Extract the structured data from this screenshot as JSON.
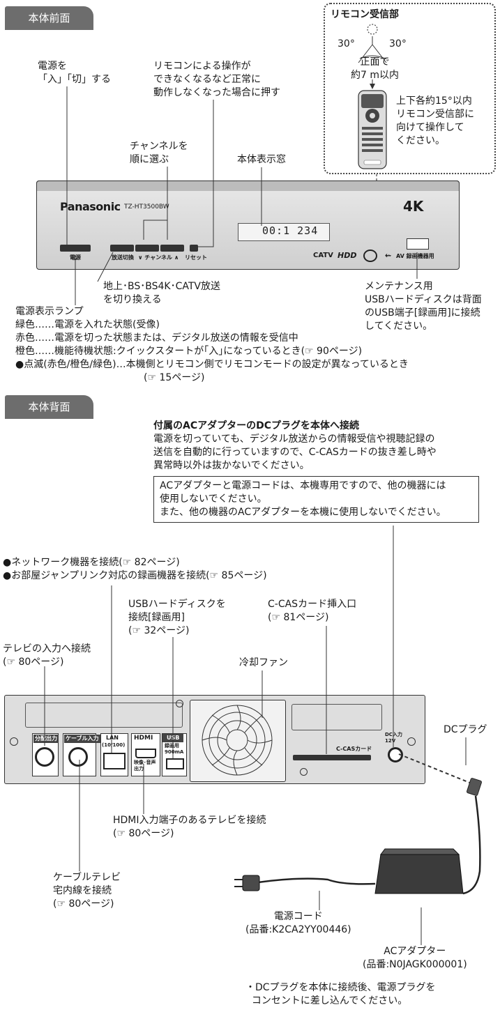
{
  "front": {
    "section_title": "本体前面",
    "power_label": "電源を\n「入」「切」する",
    "reset_label": "リモコンによる操作が\nできなくなるなど正常に\n動作しなくなった場合に押す",
    "channel_label": "チャンネルを\n順に選ぶ",
    "display_label": "本体表示窓",
    "broadcast_label": "地上･BS･BS4K･CATV放送\nを切り換える",
    "maintenance_label": "メンテナンス用\nUSBハードディスクは背面\nのUSB端子[録画用]に接続\nしてください。",
    "lamp_title": "電源表示ランプ",
    "lamp_lines": [
      "緑色……電源を入れた状態(受像)",
      "赤色……電源を切った状態または、デジタル放送の情報を受信中",
      "橙色……機能待機状態:クイックスタートが｢入｣になっているとき(☞ 90ページ)",
      "●点滅(赤色/橙色/緑色)…本機側とリモコン側でリモコンモードの設定が異なっているとき",
      "(☞ 15ページ)"
    ],
    "remote": {
      "title": "リモコン受信部",
      "angle_left": "30°",
      "angle_right": "30°",
      "front_range": "正面で\n約7 m以内",
      "instruction": "上下各約15°以内\nリモコン受信部に\n向けて操作して\nください。"
    },
    "device": {
      "brand": "Panasonic",
      "model": "TZ-HT3500BW",
      "badge_4k": "4K",
      "btn_power": "電源",
      "btn_switch": "放送切換",
      "btn_channel": "∨ チャンネル ∧",
      "btn_reset": "リセット",
      "logo_catv": "CATV",
      "logo_hdd": "HDD",
      "usb_label": "AV 録画機器用"
    }
  },
  "back": {
    "section_title": "本体背面",
    "dc_title": "付属のACアダプターのDCプラグを本体へ接続",
    "dc_body": "電源を切っていても、デジタル放送からの情報受信や視聴記録の\n送信を自動的に行っていますので、C-CASカードの抜き差し時や\n異常時以外は抜かないでください。",
    "warning": "ACアダプターと電源コードは、本機専用ですので、他の機器には\n使用しないでください。\nまた、他の機器のACアダプターを本機に使用しないでください。",
    "lan_notes": "●ネットワーク機器を接続(☞ 82ページ)\n●お部屋ジャンプリンク対応の録画機器を接続(☞ 85ページ)",
    "usb_note": "USBハードディスクを\n接続[録画用]\n(☞ 32ページ)",
    "ccas_note": "C-CASカード挿入口\n(☞ 81ページ)",
    "tv_input_note": "テレビの入力へ接続\n(☞ 80ページ)",
    "fan_note": "冷却ファン",
    "dc_plug_note": "DCプラグ",
    "hdmi_note": "HDMI入力端子のあるテレビを接続\n(☞ 80ページ)",
    "cable_note": "ケーブルテレビ\n宅内線を接続\n(☞ 80ページ)",
    "power_cord_note": "電源コード\n(品番:K2CA2YY00446)",
    "ac_adapter_note": "ACアダプター\n(品番:N0JAGK000001)",
    "footer_note": "・DCプラグを本体に接続後、電源プラグを\n  コンセントに差し込んでください。",
    "ports": {
      "split_out": "分配出力",
      "cable_in": "ケーブル入力",
      "lan": "LAN",
      "lan_sub": "(10/100)",
      "hdmi": "HDMI",
      "hdmi_sub": "映像･音声\n出力",
      "usb": "USB",
      "usb_sub": "録画用\n900mA",
      "ccas": "C-CASカード",
      "dc_in": "DC入力\n12V"
    }
  }
}
